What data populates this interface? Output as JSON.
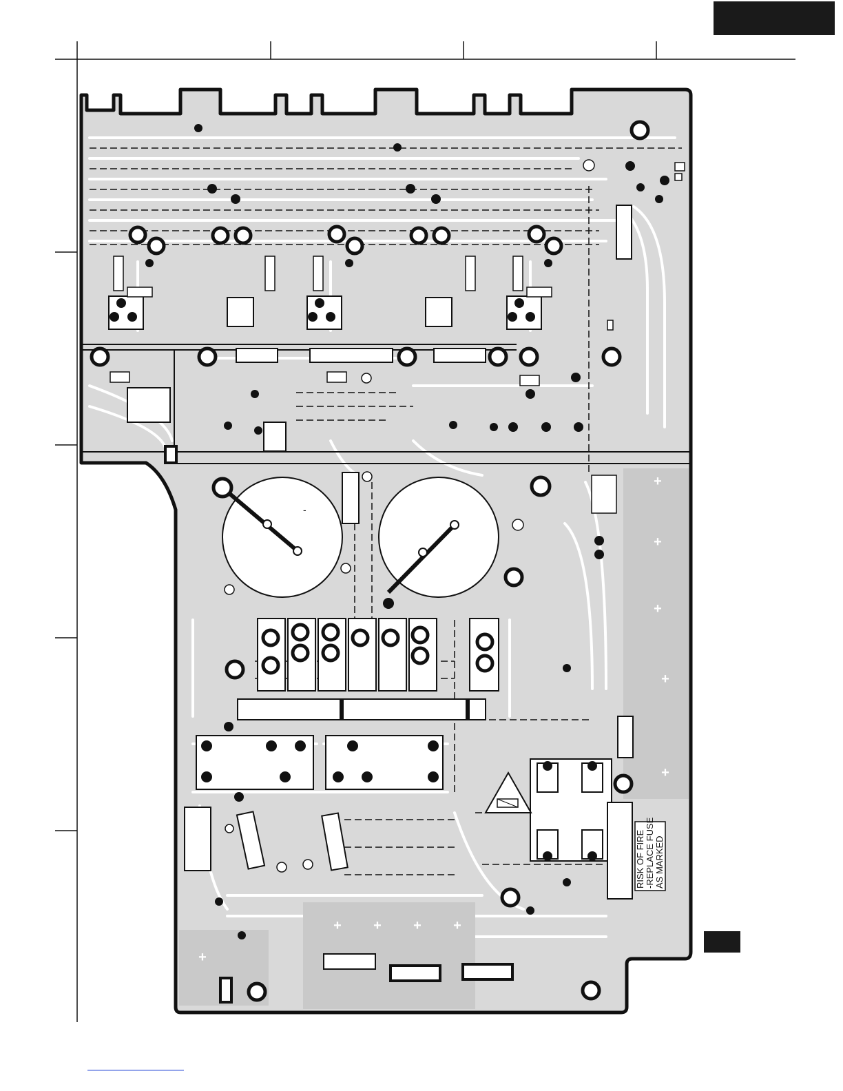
{
  "page": {
    "corner_tab_label": "",
    "right_side_tab_label": "",
    "footer_link_text": ""
  },
  "board": {
    "fuse_warning_lines": [
      "RISK OF FIRE",
      "-REPLACE FUSE",
      "AS MARKED"
    ],
    "polarity_plus": "+",
    "polarity_minus": "-"
  },
  "colors": {
    "board_fill": "#d9d9d9",
    "trace": "#ffffff",
    "ink": "#111111",
    "tab_fill": "#1a1a1a",
    "link_blue": "#2a4bd7"
  }
}
